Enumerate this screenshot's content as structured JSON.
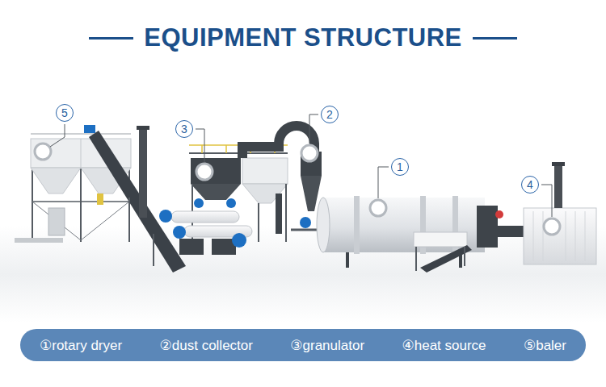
{
  "diagram": {
    "title": "EQUIPMENT STRUCTURE",
    "nodes": [
      {
        "text": [
          "5"
        ]
      },
      {
        "text": [
          "3"
        ]
      },
      {
        "text": [
          "2"
        ]
      },
      {
        "text": [
          "1"
        ]
      },
      {
        "text": [
          "4"
        ]
      },
      {
        "text": [
          "①rotary dryer",
          "②dust collector",
          "③granulator",
          "④heat source",
          "⑤baler"
        ]
      }
    ]
  }
}
